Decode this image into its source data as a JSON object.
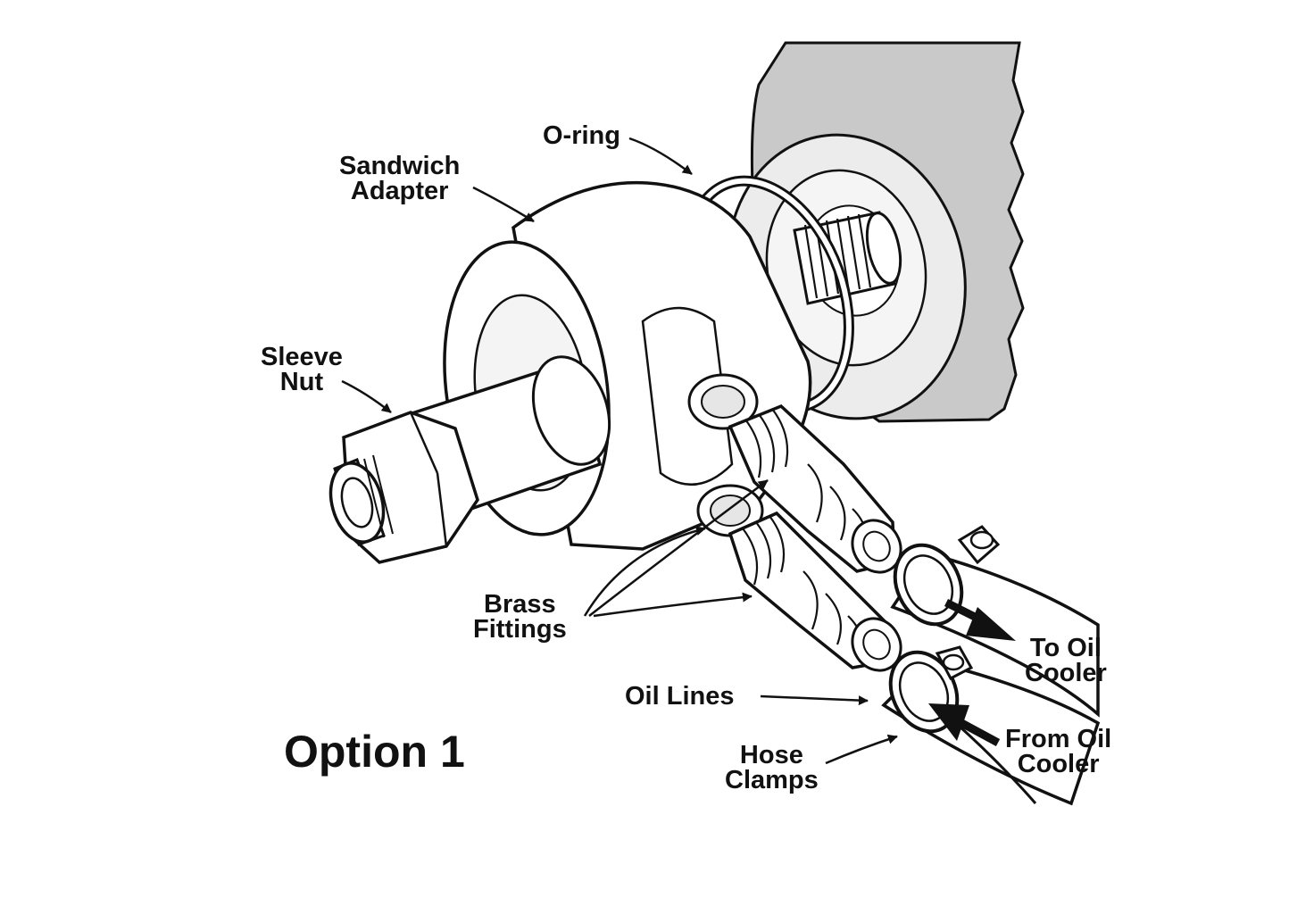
{
  "diagram": {
    "title": "Option 1",
    "labels": {
      "o_ring": [
        "O-ring"
      ],
      "sandwich_adapter": [
        "Sandwich",
        "Adapter"
      ],
      "sleeve_nut": [
        "Sleeve",
        "Nut"
      ],
      "brass_fittings": [
        "Brass",
        "Fittings"
      ],
      "oil_lines": [
        "Oil Lines"
      ],
      "hose_clamps": [
        "Hose",
        "Clamps"
      ],
      "to_oil_cooler": [
        "To Oil",
        "Cooler"
      ],
      "from_oil_cooler": [
        "From Oil",
        "Cooler"
      ]
    },
    "colors": {
      "ink": "#111111",
      "engine_block": "#c9c9c9",
      "filter_face": "#ececec",
      "background": "#ffffff"
    }
  }
}
